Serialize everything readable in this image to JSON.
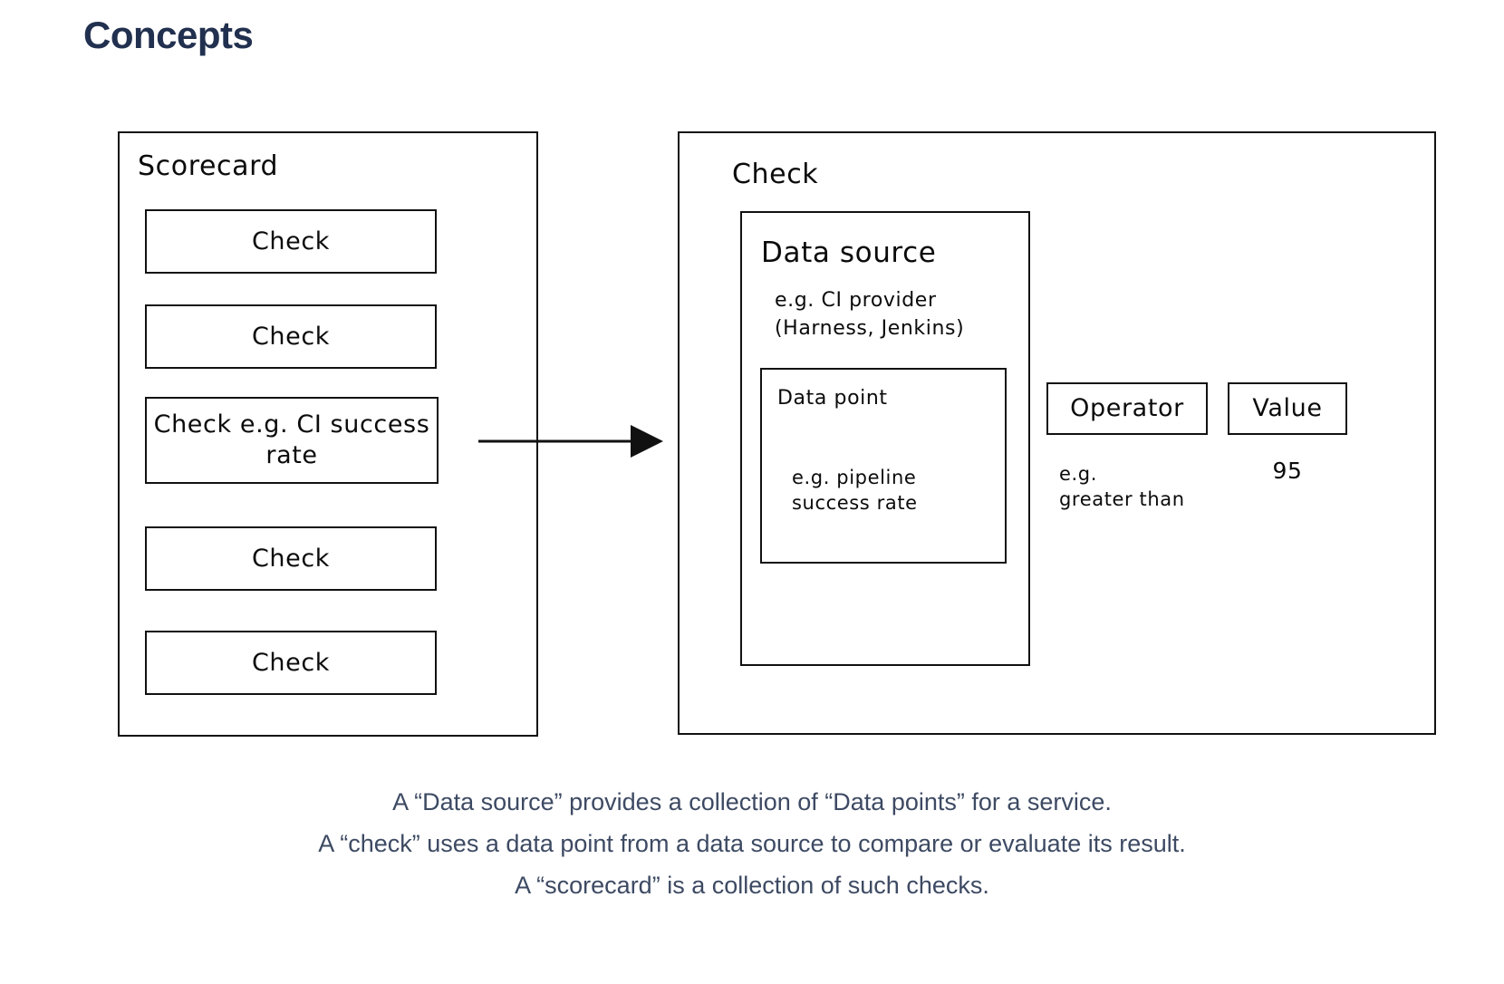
{
  "page": {
    "title": "Concepts",
    "title_color": "#22304f",
    "background": "#ffffff",
    "stroke_color": "#111111"
  },
  "diagram": {
    "scorecard": {
      "title": "Scorecard",
      "checks": [
        {
          "label": "Check"
        },
        {
          "label": "Check"
        },
        {
          "label": "Check e.g. CI success rate"
        },
        {
          "label": "Check"
        },
        {
          "label": "Check"
        }
      ]
    },
    "connector": {
      "type": "arrow",
      "direction": "right",
      "from": "check-e-g-ci-success-rate",
      "to": "check-detail"
    },
    "check_detail": {
      "title": "Check",
      "data_source": {
        "title": "Data source",
        "example": "e.g. CI provider\n(Harness, Jenkins)",
        "data_point": {
          "title": "Data point",
          "example": "e.g. pipeline\nsuccess rate"
        }
      },
      "operator": {
        "label": "Operator",
        "example": "e.g.\ngreater than"
      },
      "value": {
        "label": "Value",
        "example": "95"
      }
    }
  },
  "caption": {
    "lines": [
      "A “Data source” provides a collection of “Data points” for a service.",
      "A “check” uses a data point from a data source to compare or evaluate its result.",
      "A “scorecard” is a collection of such checks."
    ]
  }
}
